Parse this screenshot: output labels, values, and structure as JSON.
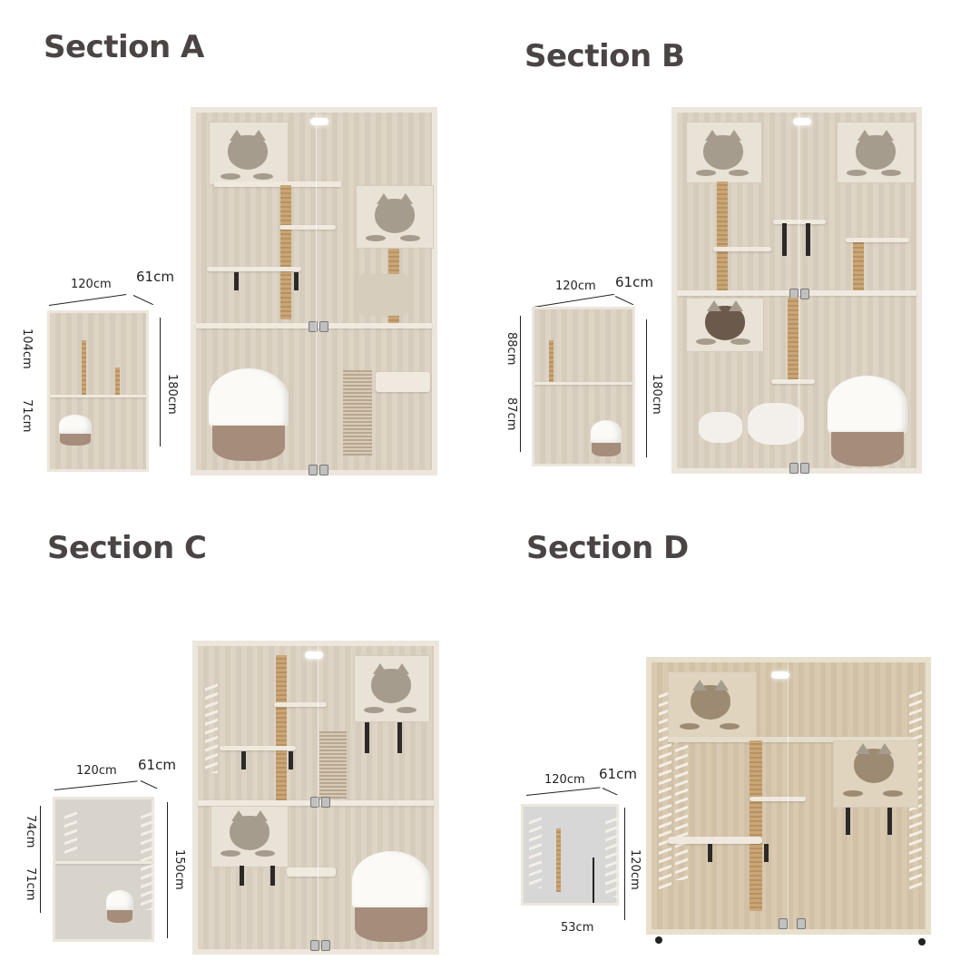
{
  "sections": [
    {
      "title": "Section A",
      "dimensions": {
        "width": "120cm",
        "depth": "61cm",
        "height": "180cm",
        "upper": "104cm",
        "lower": "71cm"
      }
    },
    {
      "title": "Section B",
      "dimensions": {
        "width": "120cm",
        "depth": "61cm",
        "height": "180cm",
        "upper": "88cm",
        "lower": "87cm"
      }
    },
    {
      "title": "Section C",
      "dimensions": {
        "width": "120cm",
        "depth": "61cm",
        "height": "150cm",
        "upper": "74cm",
        "lower": "71cm"
      }
    },
    {
      "title": "Section D",
      "dimensions": {
        "width": "120cm",
        "depth": "61cm",
        "height": "120cm",
        "clearance": "53cm"
      }
    }
  ],
  "colors": {
    "title_text": "#4a4445",
    "cabinet_frame": "#ece6dc",
    "wood_panel": "#ddd4c5",
    "sisal_post": "#c9a678",
    "litter_base": "#a68d7b"
  }
}
